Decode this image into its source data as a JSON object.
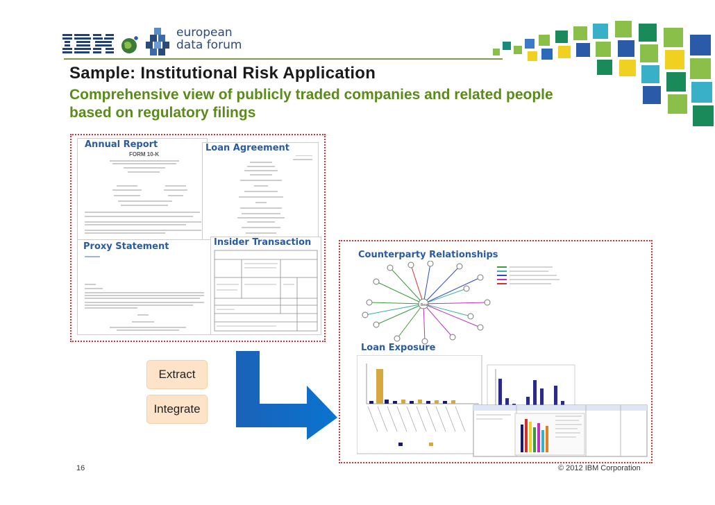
{
  "header": {
    "ibm_logo": "IBM",
    "forum_line1": "european",
    "forum_line2": "data forum",
    "title": "Sample: Institutional Risk Application",
    "subtitle": "Comprehensive view of publicly traded companies and related people based on regulatory filings"
  },
  "documents": {
    "annual_report": "Annual Report",
    "annual_report_heading": "FORM 10-K",
    "loan_agreement": "Loan Agreement",
    "proxy_statement": "Proxy Statement",
    "insider_transaction": "Insider Transaction"
  },
  "steps": {
    "extract": "Extract",
    "integrate": "Integrate"
  },
  "results": {
    "counterparty": "Counterparty Relationships",
    "loan_exposure": "Loan Exposure",
    "hub_label": "Bear"
  },
  "footer": {
    "page": "16",
    "copyright": "© 2012 IBM Corporation"
  },
  "colors": {
    "title_green": "#5a8a1a",
    "label_blue": "#2a5aa0",
    "arrow_blue": "#1a6fc8",
    "dotted_red": "#d03030"
  }
}
